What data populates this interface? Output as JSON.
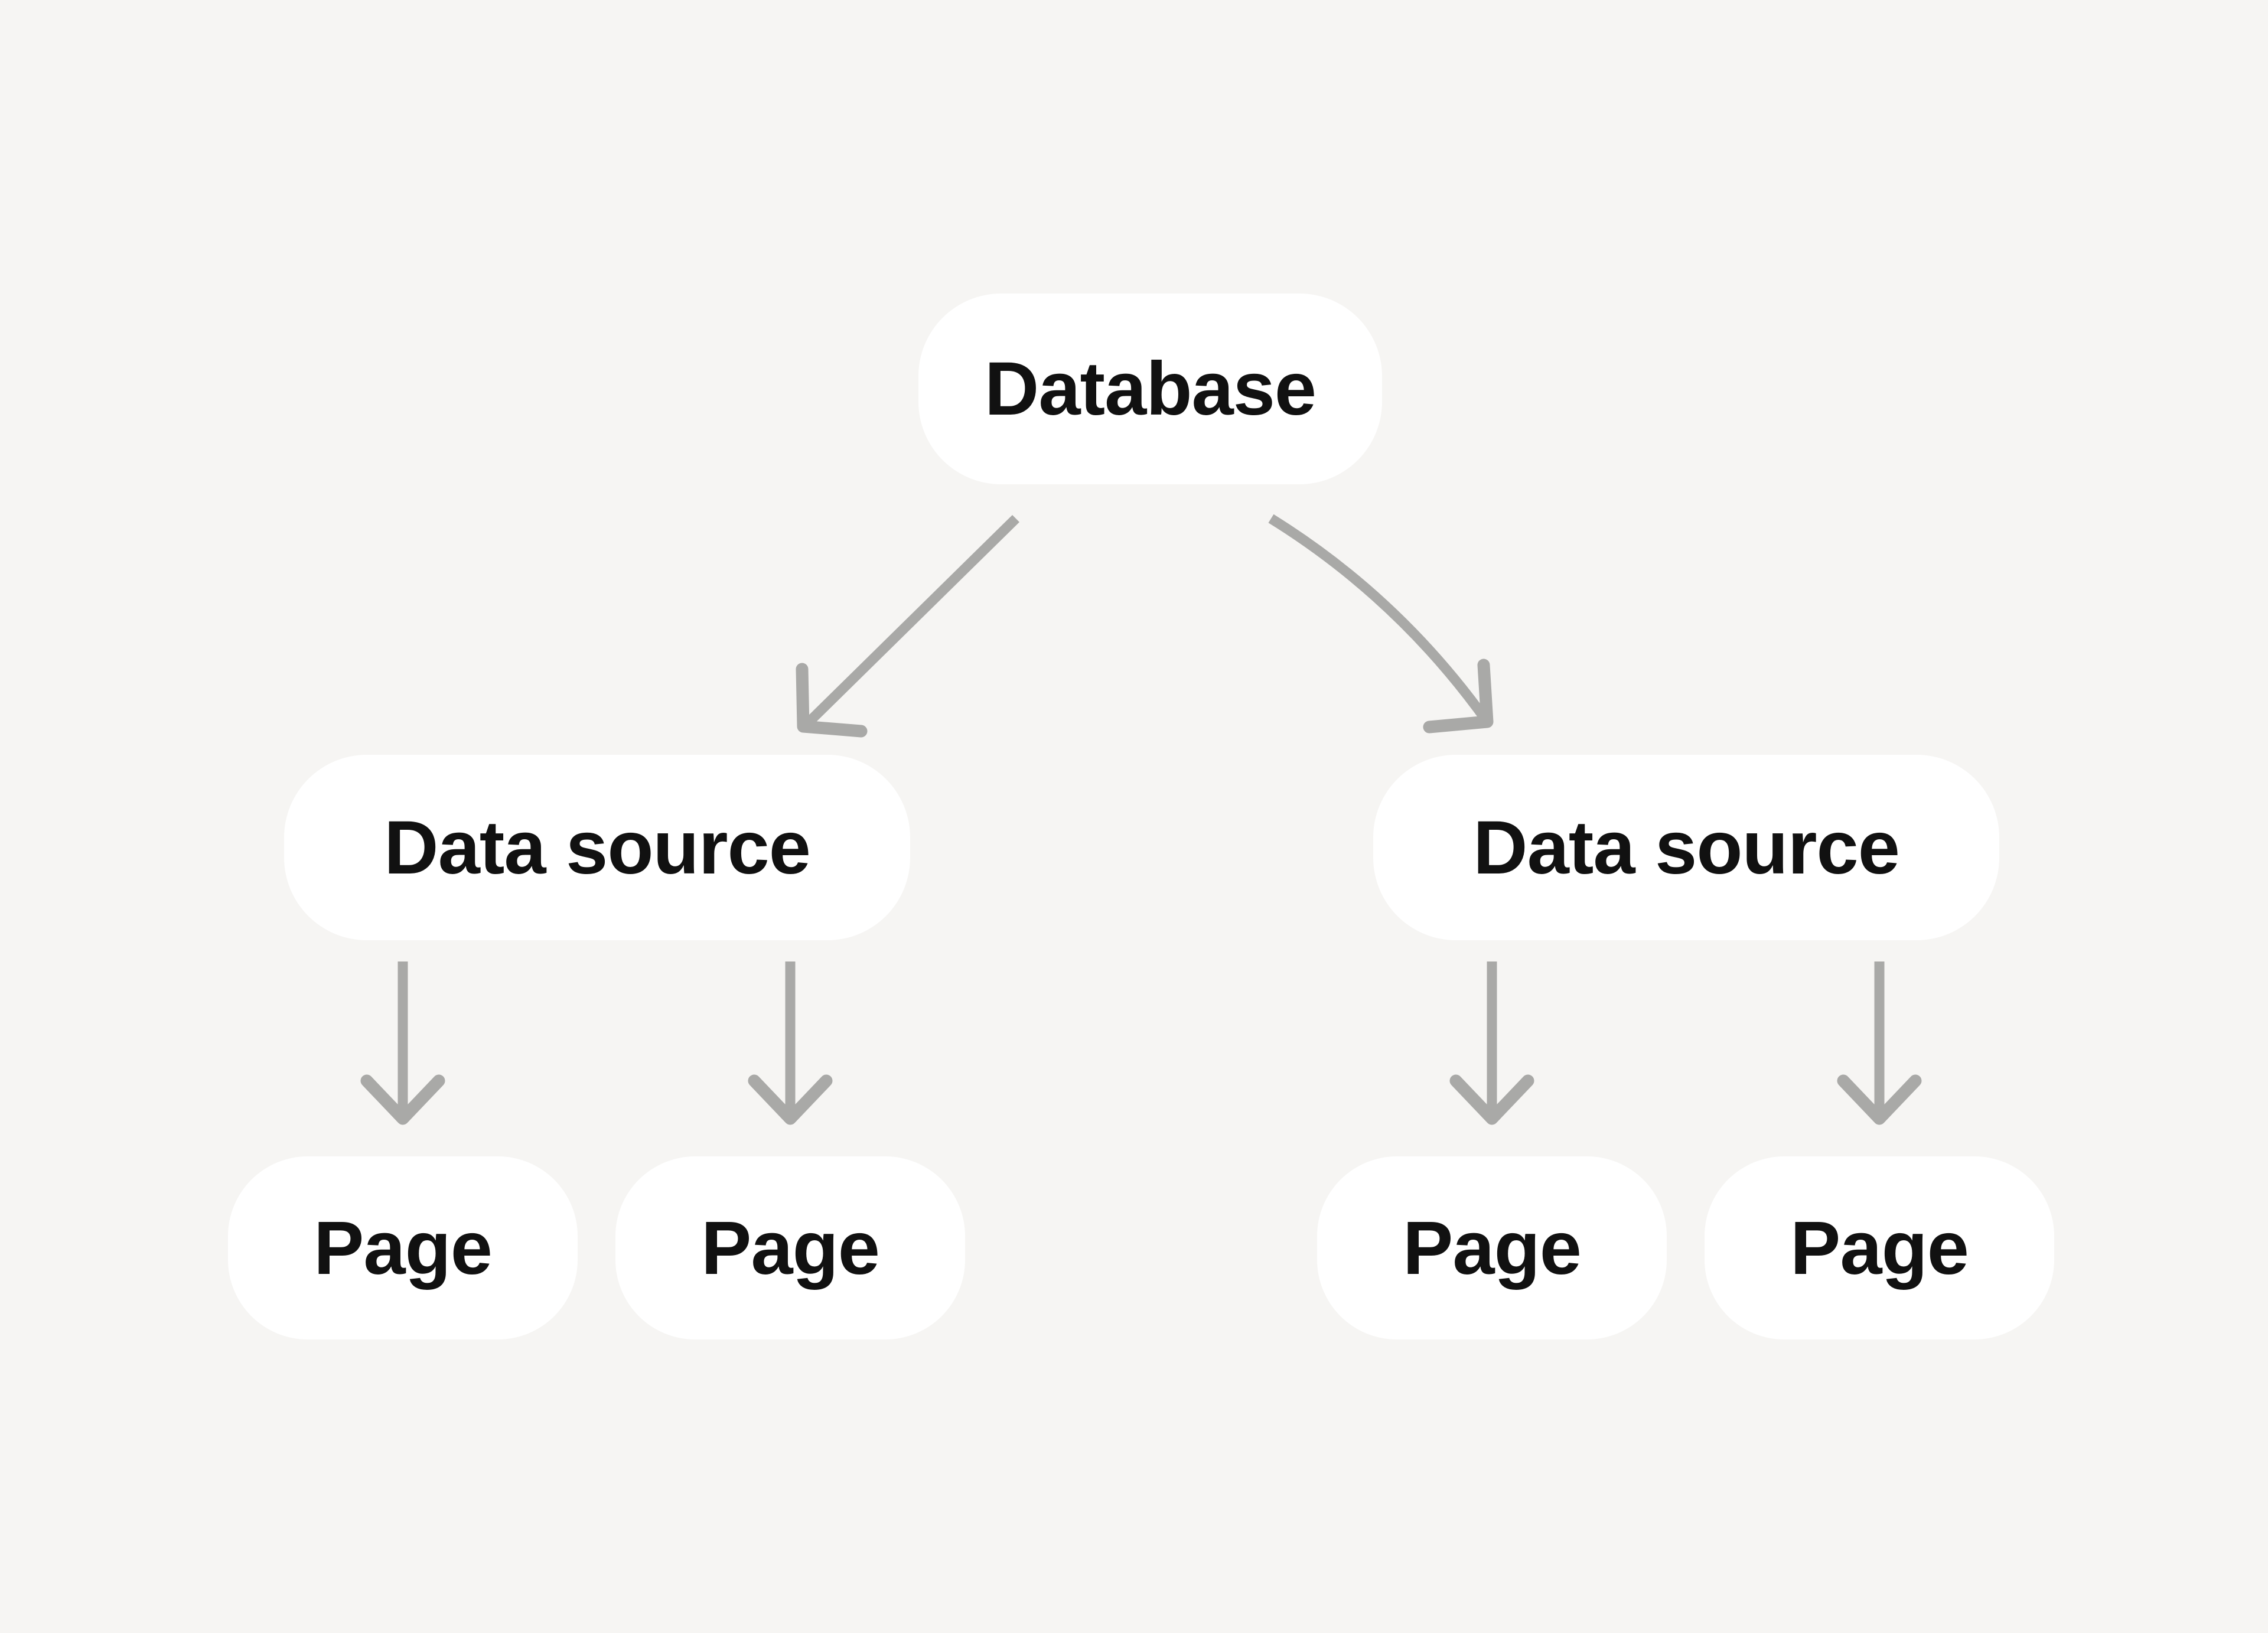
{
  "diagram": {
    "type": "tree",
    "colors": {
      "background": "#F6F5F3",
      "node_fill": "#FFFFFF",
      "arrow": "#A9A9A7",
      "text": "#111111"
    },
    "nodes": {
      "database": {
        "label": "Database"
      },
      "data_source_left": {
        "label": "Data source"
      },
      "data_source_right": {
        "label": "Data source"
      },
      "page_1": {
        "label": "Page"
      },
      "page_2": {
        "label": "Page"
      },
      "page_3": {
        "label": "Page"
      },
      "page_4": {
        "label": "Page"
      }
    },
    "edges": [
      {
        "from": "database",
        "to": "data_source_left"
      },
      {
        "from": "database",
        "to": "data_source_right"
      },
      {
        "from": "data_source_left",
        "to": "page_1"
      },
      {
        "from": "data_source_left",
        "to": "page_2"
      },
      {
        "from": "data_source_right",
        "to": "page_3"
      },
      {
        "from": "data_source_right",
        "to": "page_4"
      }
    ]
  }
}
